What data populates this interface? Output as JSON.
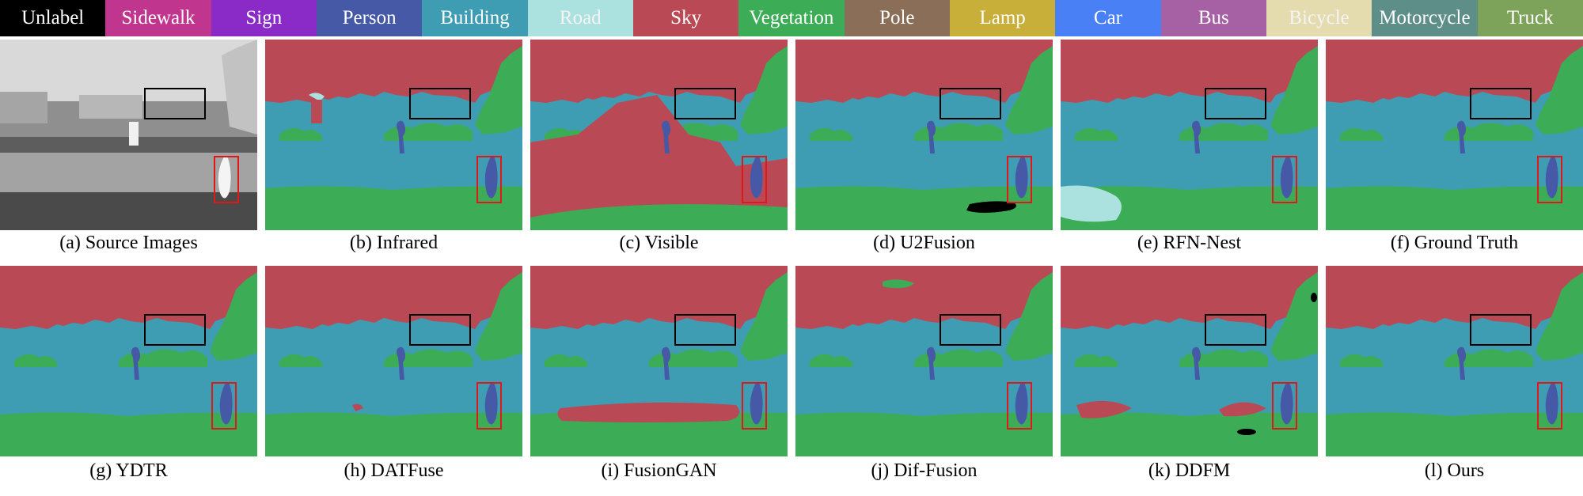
{
  "legend": [
    {
      "label": "Unlabel",
      "color": "#000000"
    },
    {
      "label": "Sidewalk",
      "color": "#C0368E"
    },
    {
      "label": "Sign",
      "color": "#8A2BC8"
    },
    {
      "label": "Person",
      "color": "#4659A6"
    },
    {
      "label": "Building",
      "color": "#3F9DB3"
    },
    {
      "label": "Road",
      "color": "#ABE1DF"
    },
    {
      "label": "Sky",
      "color": "#B94A55"
    },
    {
      "label": "Vegetation",
      "color": "#3DAC56"
    },
    {
      "label": "Pole",
      "color": "#8A6E57"
    },
    {
      "label": "Lamp",
      "color": "#C8AF3A"
    },
    {
      "label": "Car",
      "color": "#4A80F5"
    },
    {
      "label": "Bus",
      "color": "#A660A4"
    },
    {
      "label": "Bicycle",
      "color": "#E4DCAE"
    },
    {
      "label": "Motorcycle",
      "color": "#5E8E88"
    },
    {
      "label": "Truck",
      "color": "#7DA25A"
    }
  ],
  "panels": [
    {
      "caption": "(a) Source Images",
      "variant": "source"
    },
    {
      "caption": "(b) Infrared",
      "variant": "infrared"
    },
    {
      "caption": "(c) Visible",
      "variant": "visible"
    },
    {
      "caption": "(d) U2Fusion",
      "variant": "u2fusion"
    },
    {
      "caption": "(e) RFN-Nest",
      "variant": "rfnnest"
    },
    {
      "caption": "(f) Ground Truth",
      "variant": "gt"
    },
    {
      "caption": "(g) YDTR",
      "variant": "ydtr"
    },
    {
      "caption": "(h) DATFuse",
      "variant": "datfuse"
    },
    {
      "caption": "(i) FusionGAN",
      "variant": "fusiongan"
    },
    {
      "caption": "(j) Dif-Fusion",
      "variant": "diffusion"
    },
    {
      "caption": "(k) DDFM",
      "variant": "ddfm"
    },
    {
      "caption": "(l) Ours",
      "variant": "ours"
    }
  ]
}
